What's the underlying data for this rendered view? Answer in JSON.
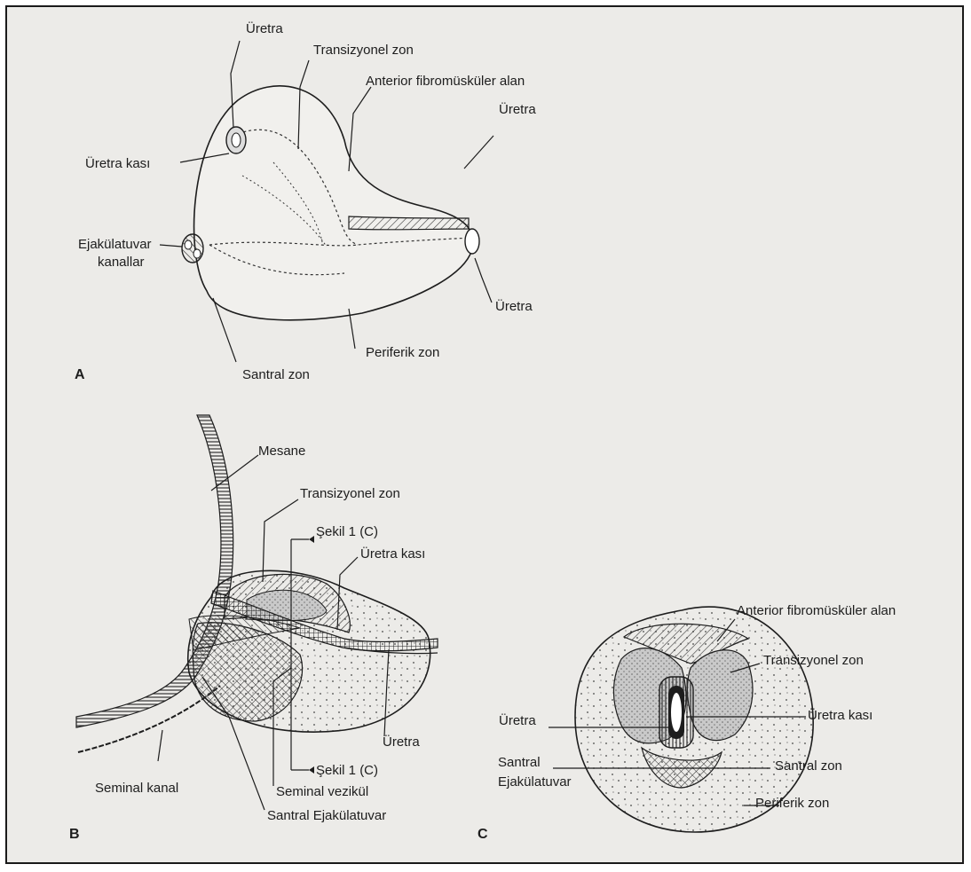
{
  "panel_a": {
    "letter": "A",
    "labels": {
      "uretra_top": "Üretra",
      "transizyonel_zon": "Transizyonel zon",
      "anterior_fibromuskuler_alan": "Anterior fibromüsküler alan",
      "uretra_right": "Üretra",
      "uretra_kasi": "Üretra kası",
      "ejakulatuvar_kanallar_1": "Ejakülatuvar",
      "ejakulatuvar_kanallar_2": "kanallar",
      "uretra_bottom": "Üretra",
      "periferik_zon": "Periferik zon",
      "santral_zon": "Santral zon"
    }
  },
  "panel_b": {
    "letter": "B",
    "labels": {
      "mesane": "Mesane",
      "transizyonel_zon": "Transizyonel zon",
      "sekil_top": "Şekil 1 (C)",
      "uretra_kasi": "Üretra kası",
      "uretra": "Üretra",
      "sekil_bottom": "Şekil 1 (C)",
      "seminal_kanal": "Seminal kanal",
      "seminal_vezikul": "Seminal vezikül",
      "santral_ejakulatuvar": "Santral Ejakülatuvar"
    }
  },
  "panel_c": {
    "letter": "C",
    "labels": {
      "anterior_fibromuskuler_alan": "Anterior fibromüsküler alan",
      "transizyonel_zon": "Transizyonel zon",
      "uretra": "Üretra",
      "uretra_kasi": "Üretra kası",
      "santral": "Santral",
      "santral_zon": "Santral zon",
      "ejakulatuvar": "Ejakülatuvar",
      "periferik_zon": "Periferik zon"
    }
  },
  "colors": {
    "paper": "#ecebe8",
    "ink": "#1d1d1d"
  }
}
